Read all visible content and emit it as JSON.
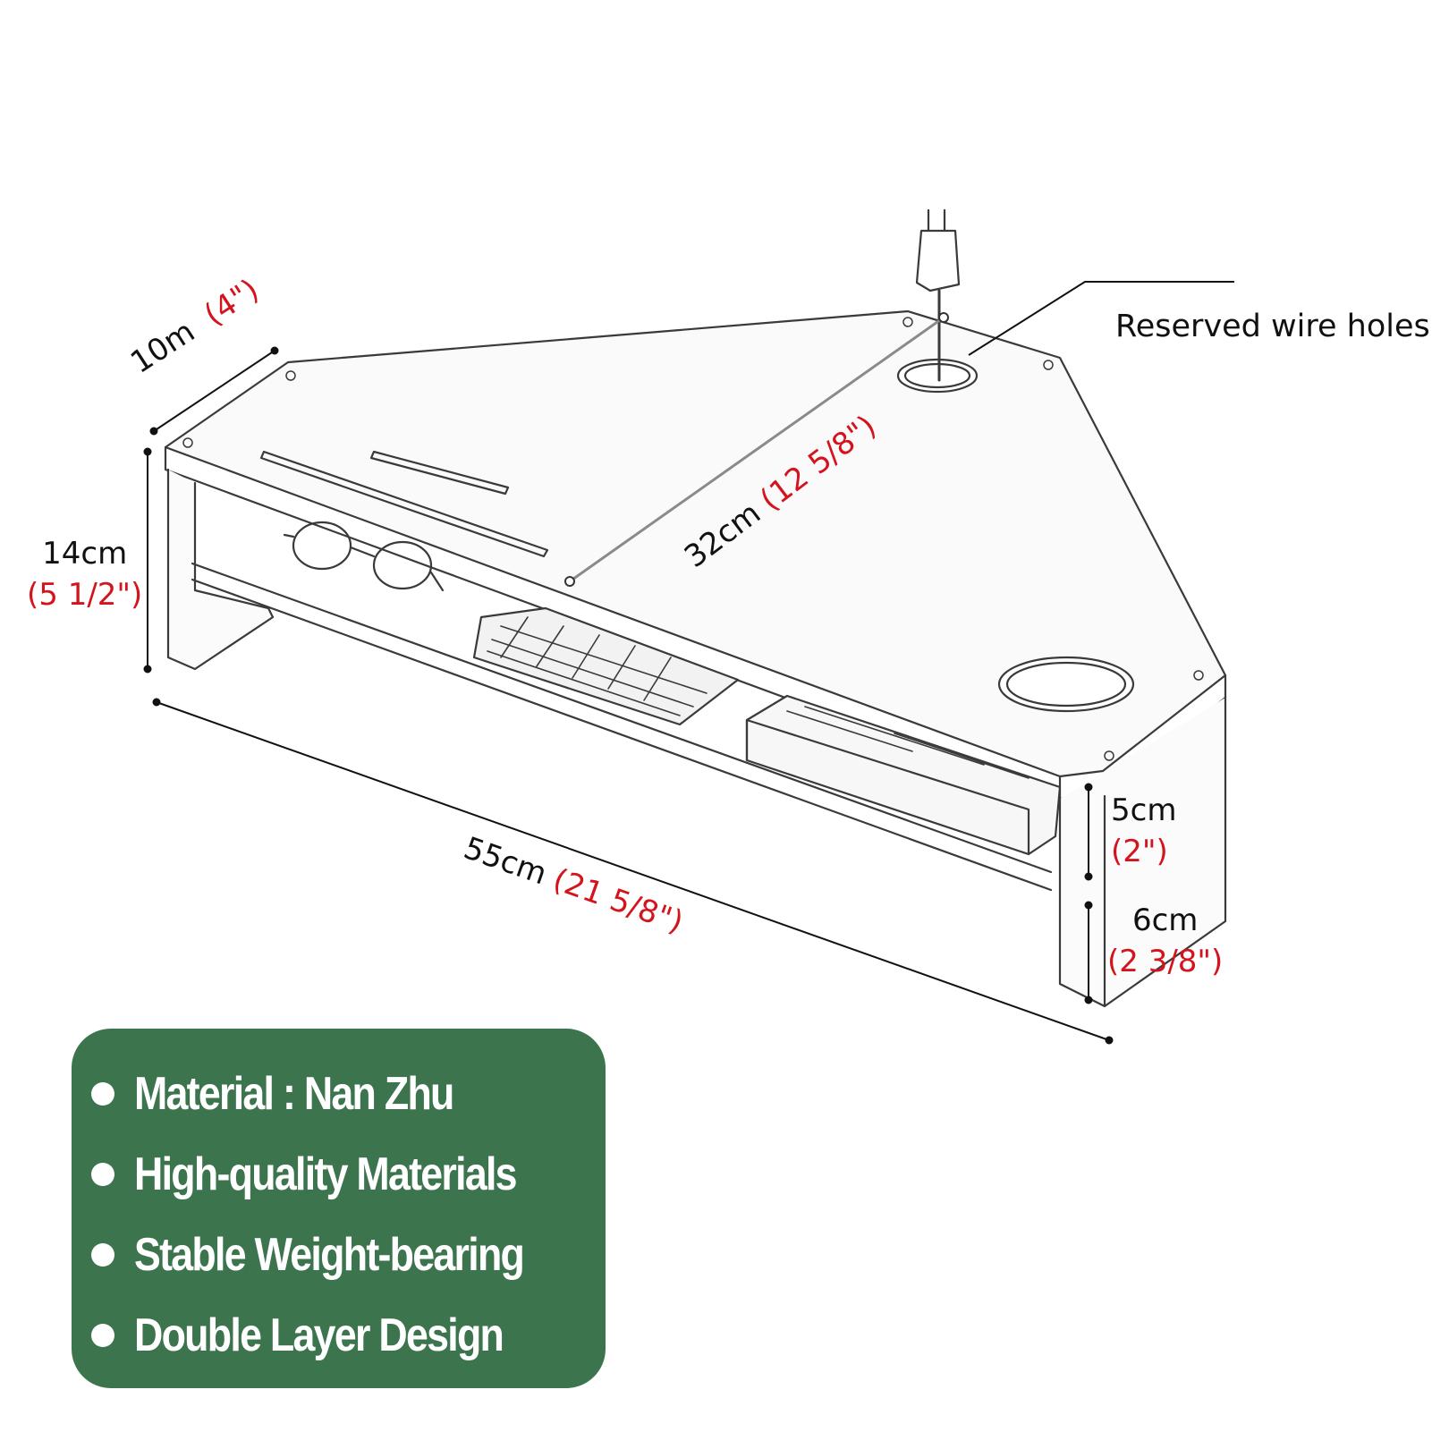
{
  "callout": {
    "wire_holes": "Reserved wire holes"
  },
  "dimensions": {
    "depth": {
      "metric": "10m",
      "imperial": "(4\")"
    },
    "diagonal": {
      "metric": "32cm",
      "imperial": "(12 5/8\")"
    },
    "height": {
      "metric": "14cm",
      "imperial": "(5 1/2\")"
    },
    "length": {
      "metric": "55cm",
      "imperial": "(21 5/8\")"
    },
    "drawer": {
      "metric": "5cm",
      "imperial": "(2\")"
    },
    "lower": {
      "metric": "6cm",
      "imperial": "(2 3/8\")"
    }
  },
  "features": [
    {
      "label": "Material :  Nan Zhu"
    },
    {
      "label": "High-quality Materials"
    },
    {
      "label": "Stable Weight-bearing"
    },
    {
      "label": "Double Layer Design"
    }
  ],
  "colors": {
    "panel_green": "#3b744d",
    "imperial_red": "#d4141c",
    "line": "#333333"
  }
}
